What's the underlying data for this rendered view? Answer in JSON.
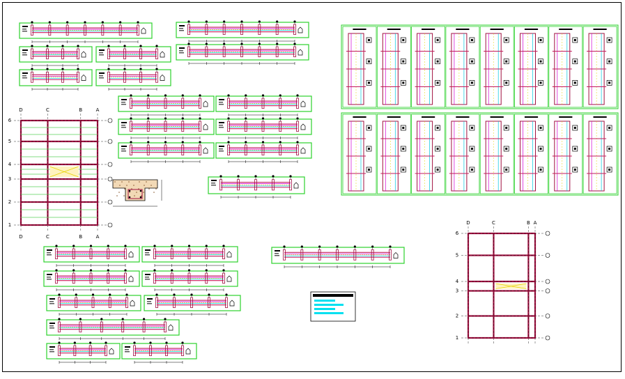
{
  "colors": {
    "frame": "#2cd12c",
    "beam": "#c21a5a",
    "member": "#a01040",
    "rebar_top": "#d400d4",
    "rebar_bottom": "#00c8e0",
    "stirrup": "#e6d400",
    "ink": "#000000",
    "legend_fill": "#00e0f0"
  },
  "plan_left": {
    "top_axes": [
      "D",
      "C",
      "B",
      "A"
    ],
    "bottom_axes": [
      "D",
      "C",
      "B",
      "A"
    ],
    "side_axes": [
      "6",
      "5",
      "4",
      "3",
      "2",
      "1"
    ]
  },
  "plan_right": {
    "top_axes": [
      "D",
      "C",
      "B",
      "A"
    ],
    "side_axes": [
      "6",
      "5",
      "4",
      "3",
      "2",
      "1"
    ]
  },
  "column_sheets": {
    "count_per_row": 8,
    "rows": 2
  },
  "legend": {
    "lines": 4
  }
}
